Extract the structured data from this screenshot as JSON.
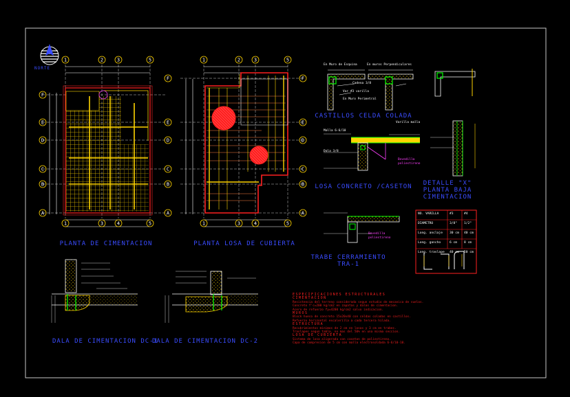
{
  "titles": {
    "plan_foundation": "PLANTA  DE  CIMENTACION",
    "plan_roof": "PLANTA LOSA DE CUBIERTA",
    "castillos": "CASTILLOS CELDA COLADA",
    "losa": "LOSA CONCRETO /CASETON",
    "trabe_1": "TRABE CERRAMIENTO",
    "trabe_2": "TRA-1",
    "detail_1": "DETALLE  \"X\"",
    "detail_2": "PLANTA BAJA",
    "detail_3": "CIMENTACION",
    "dala_1": "DALA DE CIMENTACION  DC-1",
    "dala_2": "DALA DE CIMENTACION  DC-2"
  },
  "compass_label": "NORTE",
  "grid_cols_plan1": [
    "1",
    "2",
    "3",
    "5"
  ],
  "grid_cols_plan1_bottom": [
    "1",
    "3",
    "4",
    "5"
  ],
  "grid_cols_plan2": [
    "1",
    "2",
    "3",
    "5"
  ],
  "grid_cols_plan2_bottom": [
    "1",
    "3",
    "4",
    "5"
  ],
  "grid_rows": [
    "F",
    "E",
    "D",
    "C",
    "B",
    "A"
  ],
  "grid_rows_right": [
    "F",
    "E",
    "D",
    "C",
    "B",
    "A"
  ],
  "castillo_notes": [
    "En Muro de Esquina",
    "En muros Perpendiculares",
    "Cadena 3/8",
    "Var #3 varilla",
    "En Muro Perimetral"
  ],
  "losa_notes": [
    "Bovedilla",
    "poliestireno",
    "Varilla malla",
    "Dala 3/8",
    "Malla 6-6/10"
  ],
  "trabe_notes": [
    "Bovedilla",
    "poliestireno"
  ],
  "table": {
    "headers": [
      "NO. VARILLA",
      "#3",
      "#4"
    ],
    "rows": [
      [
        "DIAMETRO",
        "3/8\"",
        "1/2\""
      ],
      [
        "Long. anclaje",
        "30 cm",
        "40 cm"
      ],
      [
        "Long. gancho",
        "6 cm",
        "8 cm"
      ],
      [
        "Long. traslape",
        "40 cm",
        "50 cm"
      ]
    ]
  },
  "specs": {
    "heading": "ESPECIFICACIONES  ESTRUCTURALES",
    "sections": [
      {
        "title": "CIMENTACION",
        "lines": [
          "Resistencia del terreno considerada segun estudio de mecanica de suelos.",
          "Concreto f'c=200 kg/cm2 en zapatas y dalas de cimentacion.",
          "Acero de refuerzo fy=4200 kg/cm2 salvo indicacion."
        ]
      },
      {
        "title": "MUROS",
        "lines": [
          "Block hueco de concreto 15x20x40 con celdas coladas en castillos.",
          "Refuerzo horizontal escalerilla a cada tercera hilada."
        ]
      },
      {
        "title": "ESTRUCTURA",
        "lines": [
          "Recubrimientos minimos de 2 cm en losas y 3 cm en trabes.",
          "Traslapes segun tabla, no mas del 50% en una misma seccion."
        ]
      },
      {
        "title": "LOSA DE CUBIERTA",
        "lines": [
          "Sistema de losa aligerada con caseton de poliestireno.",
          "Capa de compresion de 5 cm con malla electrosoldada 6-6/10-10."
        ]
      }
    ]
  }
}
